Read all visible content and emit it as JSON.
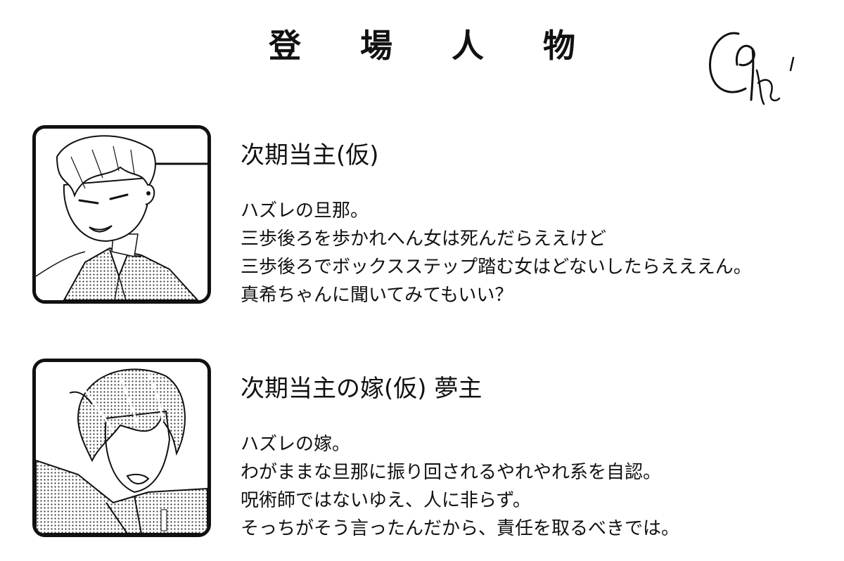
{
  "page": {
    "title": "登 場 人 物"
  },
  "characters": [
    {
      "name": "次期当主(仮)",
      "description": [
        "ハズレの旦那。",
        "三歩後ろを歩かれへん女は死んだらええけど",
        "三歩後ろでボックスステップ踏む女はどないしたらえええん。",
        "真希ちゃんに聞いてみてもいい？"
      ]
    },
    {
      "name": "次期当主の嫁(仮) 夢主",
      "description": [
        "ハズレの嫁。",
        "わがままな旦那に振り回されるやれやれ系を自認。",
        "呪術師ではないゆえ、人に非らず。",
        "そっちがそう言ったんだから、責任を取るべきでは。"
      ]
    }
  ],
  "colors": {
    "ink": "#111111",
    "background": "#ffffff"
  }
}
